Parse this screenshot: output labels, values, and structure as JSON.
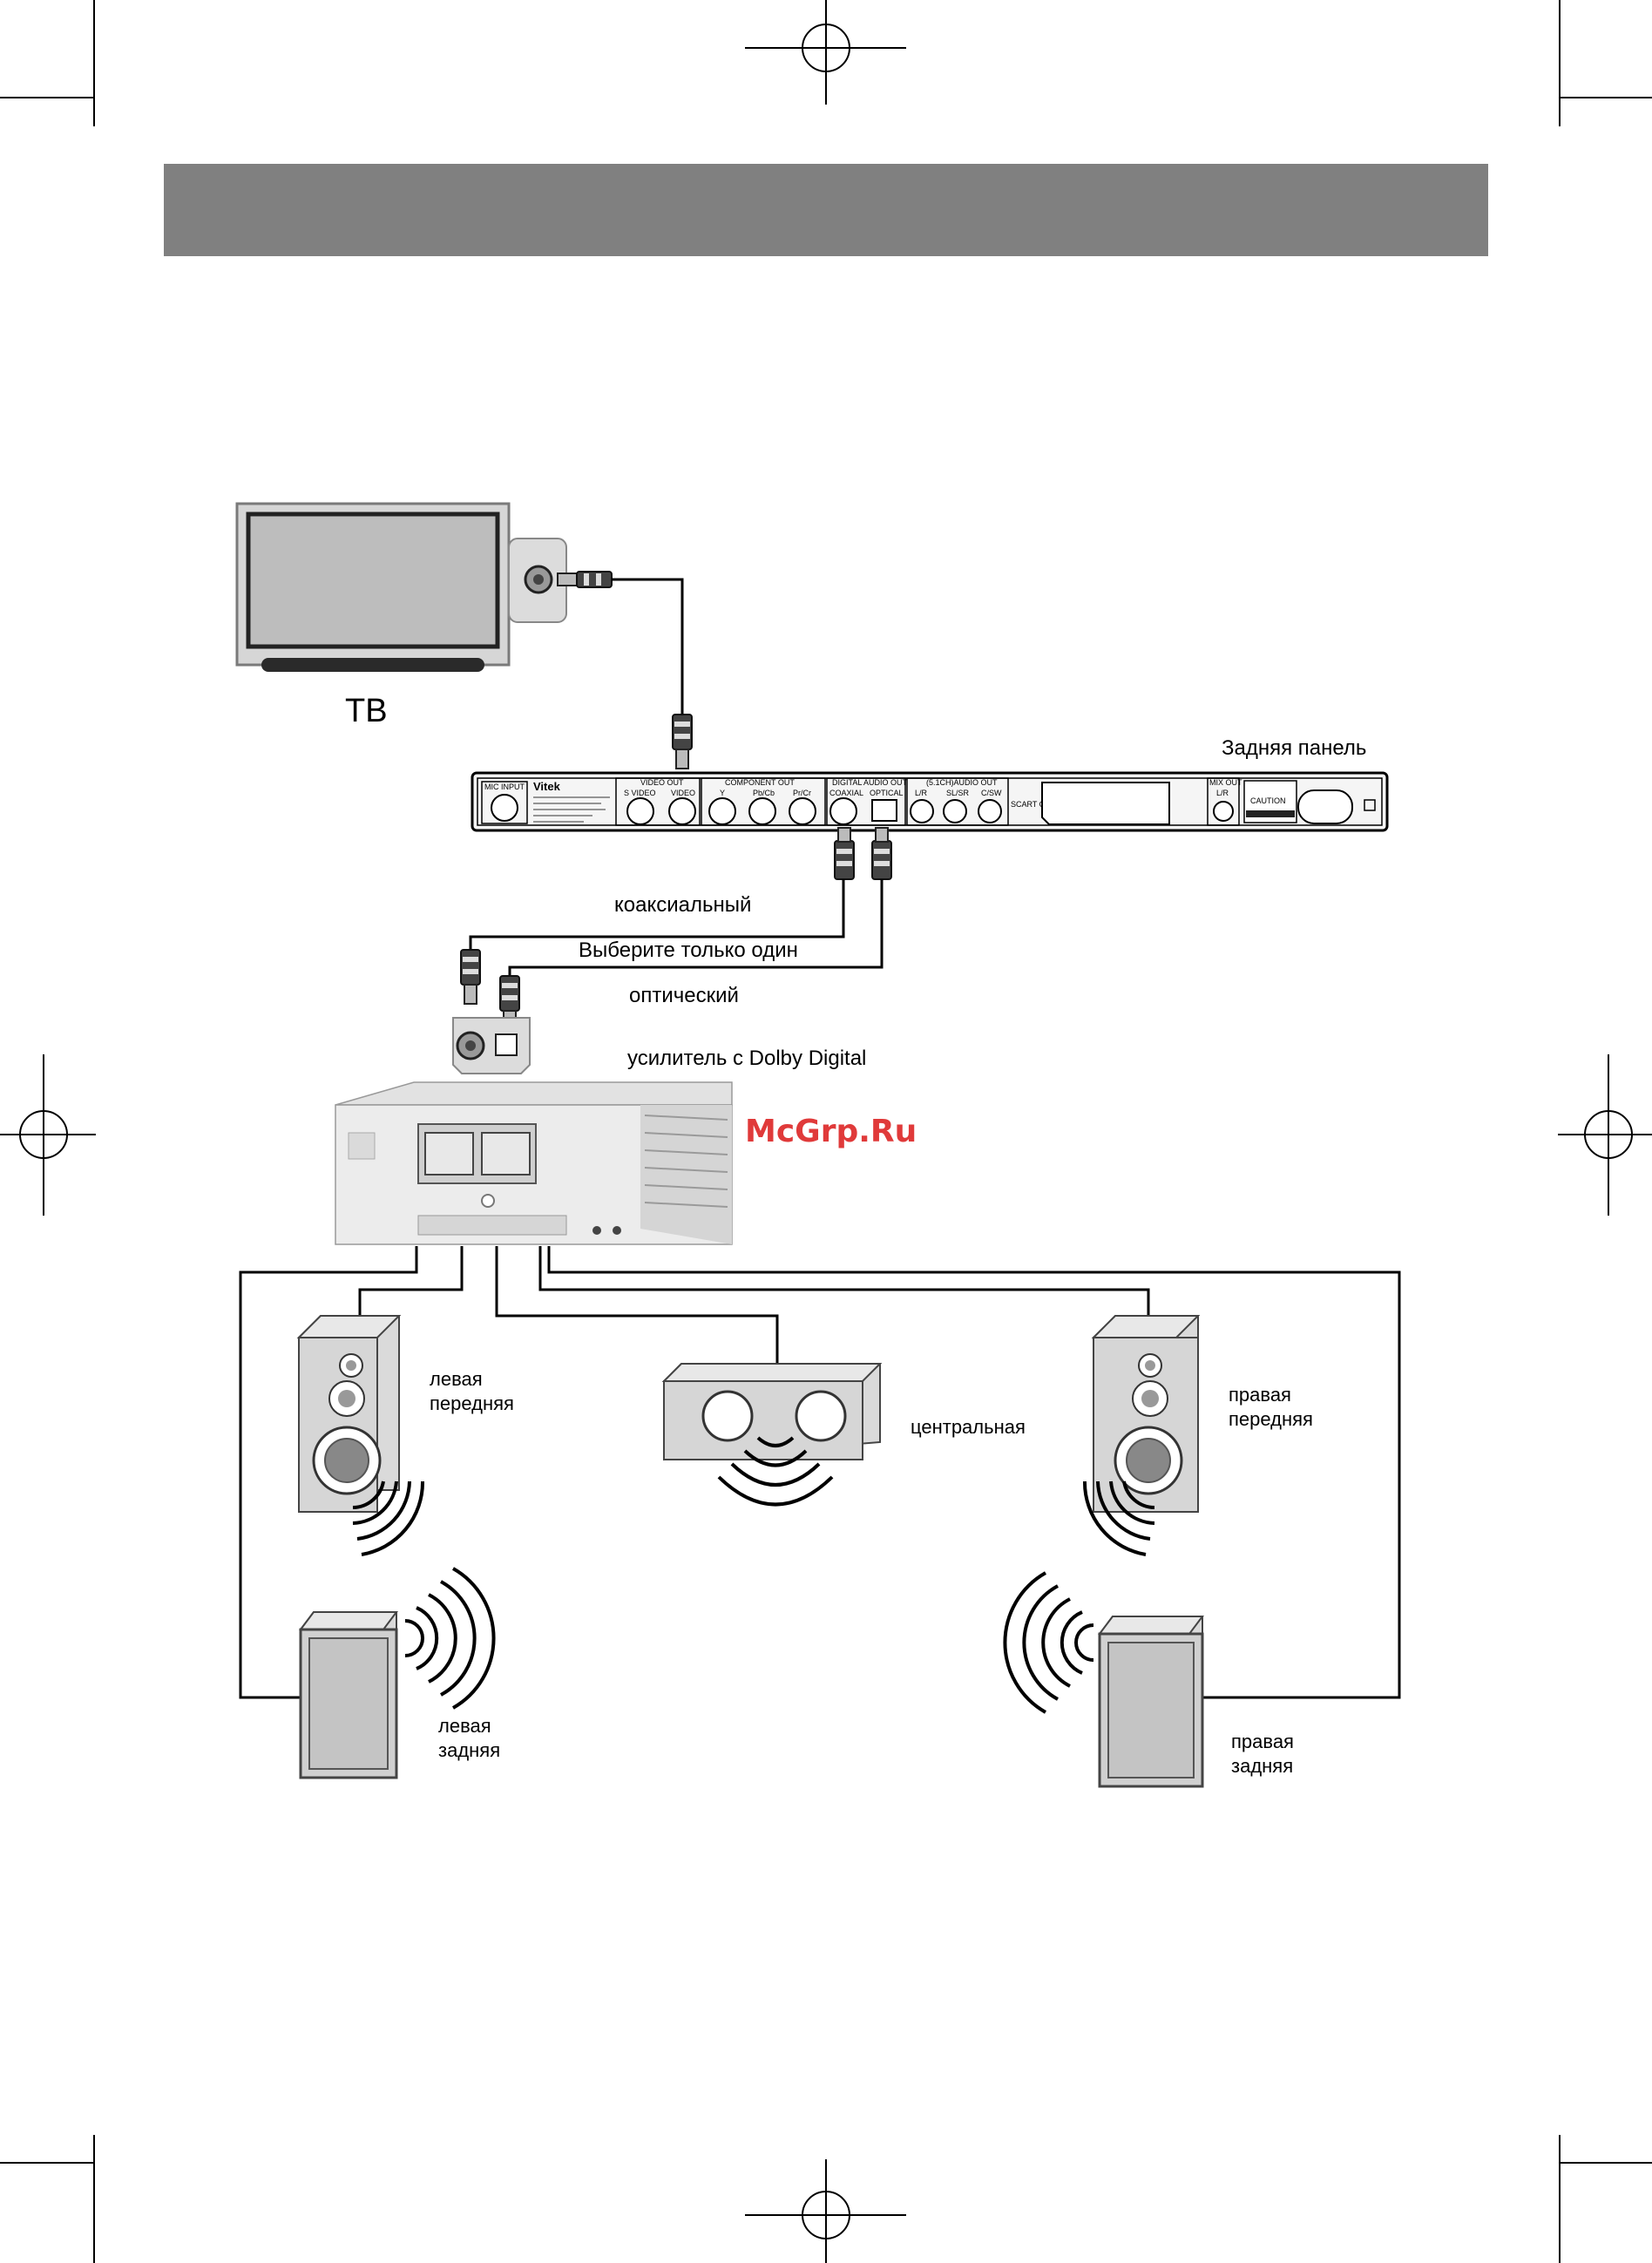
{
  "header_bar_color": "#808080",
  "watermark": "McGrp.Ru",
  "labels": {
    "tv": "ТВ",
    "rear_panel": "Задняя панель",
    "coaxial": "коаксиальный",
    "choose_one": "Выберите только один",
    "optical": "оптический",
    "amplifier": "усилитель с Dolby Digital",
    "front_left_1": "левая",
    "front_left_2": "передняя",
    "center": "центральная",
    "front_right_1": "правая",
    "front_right_2": "передняя",
    "rear_left_1": "левая",
    "rear_left_2": "задняя",
    "rear_right_1": "правая",
    "rear_right_2": "задняя"
  },
  "panel": {
    "mic_input": "MIC INPUT",
    "brand": "Vitek",
    "video_out": "VIDEO OUT",
    "s_video": "S VIDEO",
    "video": "VIDEO",
    "component_out": "COMPONENT OUT",
    "y": "Y",
    "pb_cb": "Pb/Cb",
    "pr_cr": "Pr/Cr",
    "digital_audio_out": "DIGITAL AUDIO OUT",
    "coaxial": "COAXIAL",
    "optical": "OPTICAL",
    "ch_audio_out": "(5.1CH)AUDIO OUT",
    "lr": "L/R",
    "slsr": "SL/SR",
    "csw": "C/SW",
    "scart_out": "SCART OUT",
    "mix_out": "MIX OUT",
    "mix_lr": "L/R",
    "caution": "CAUTION"
  }
}
